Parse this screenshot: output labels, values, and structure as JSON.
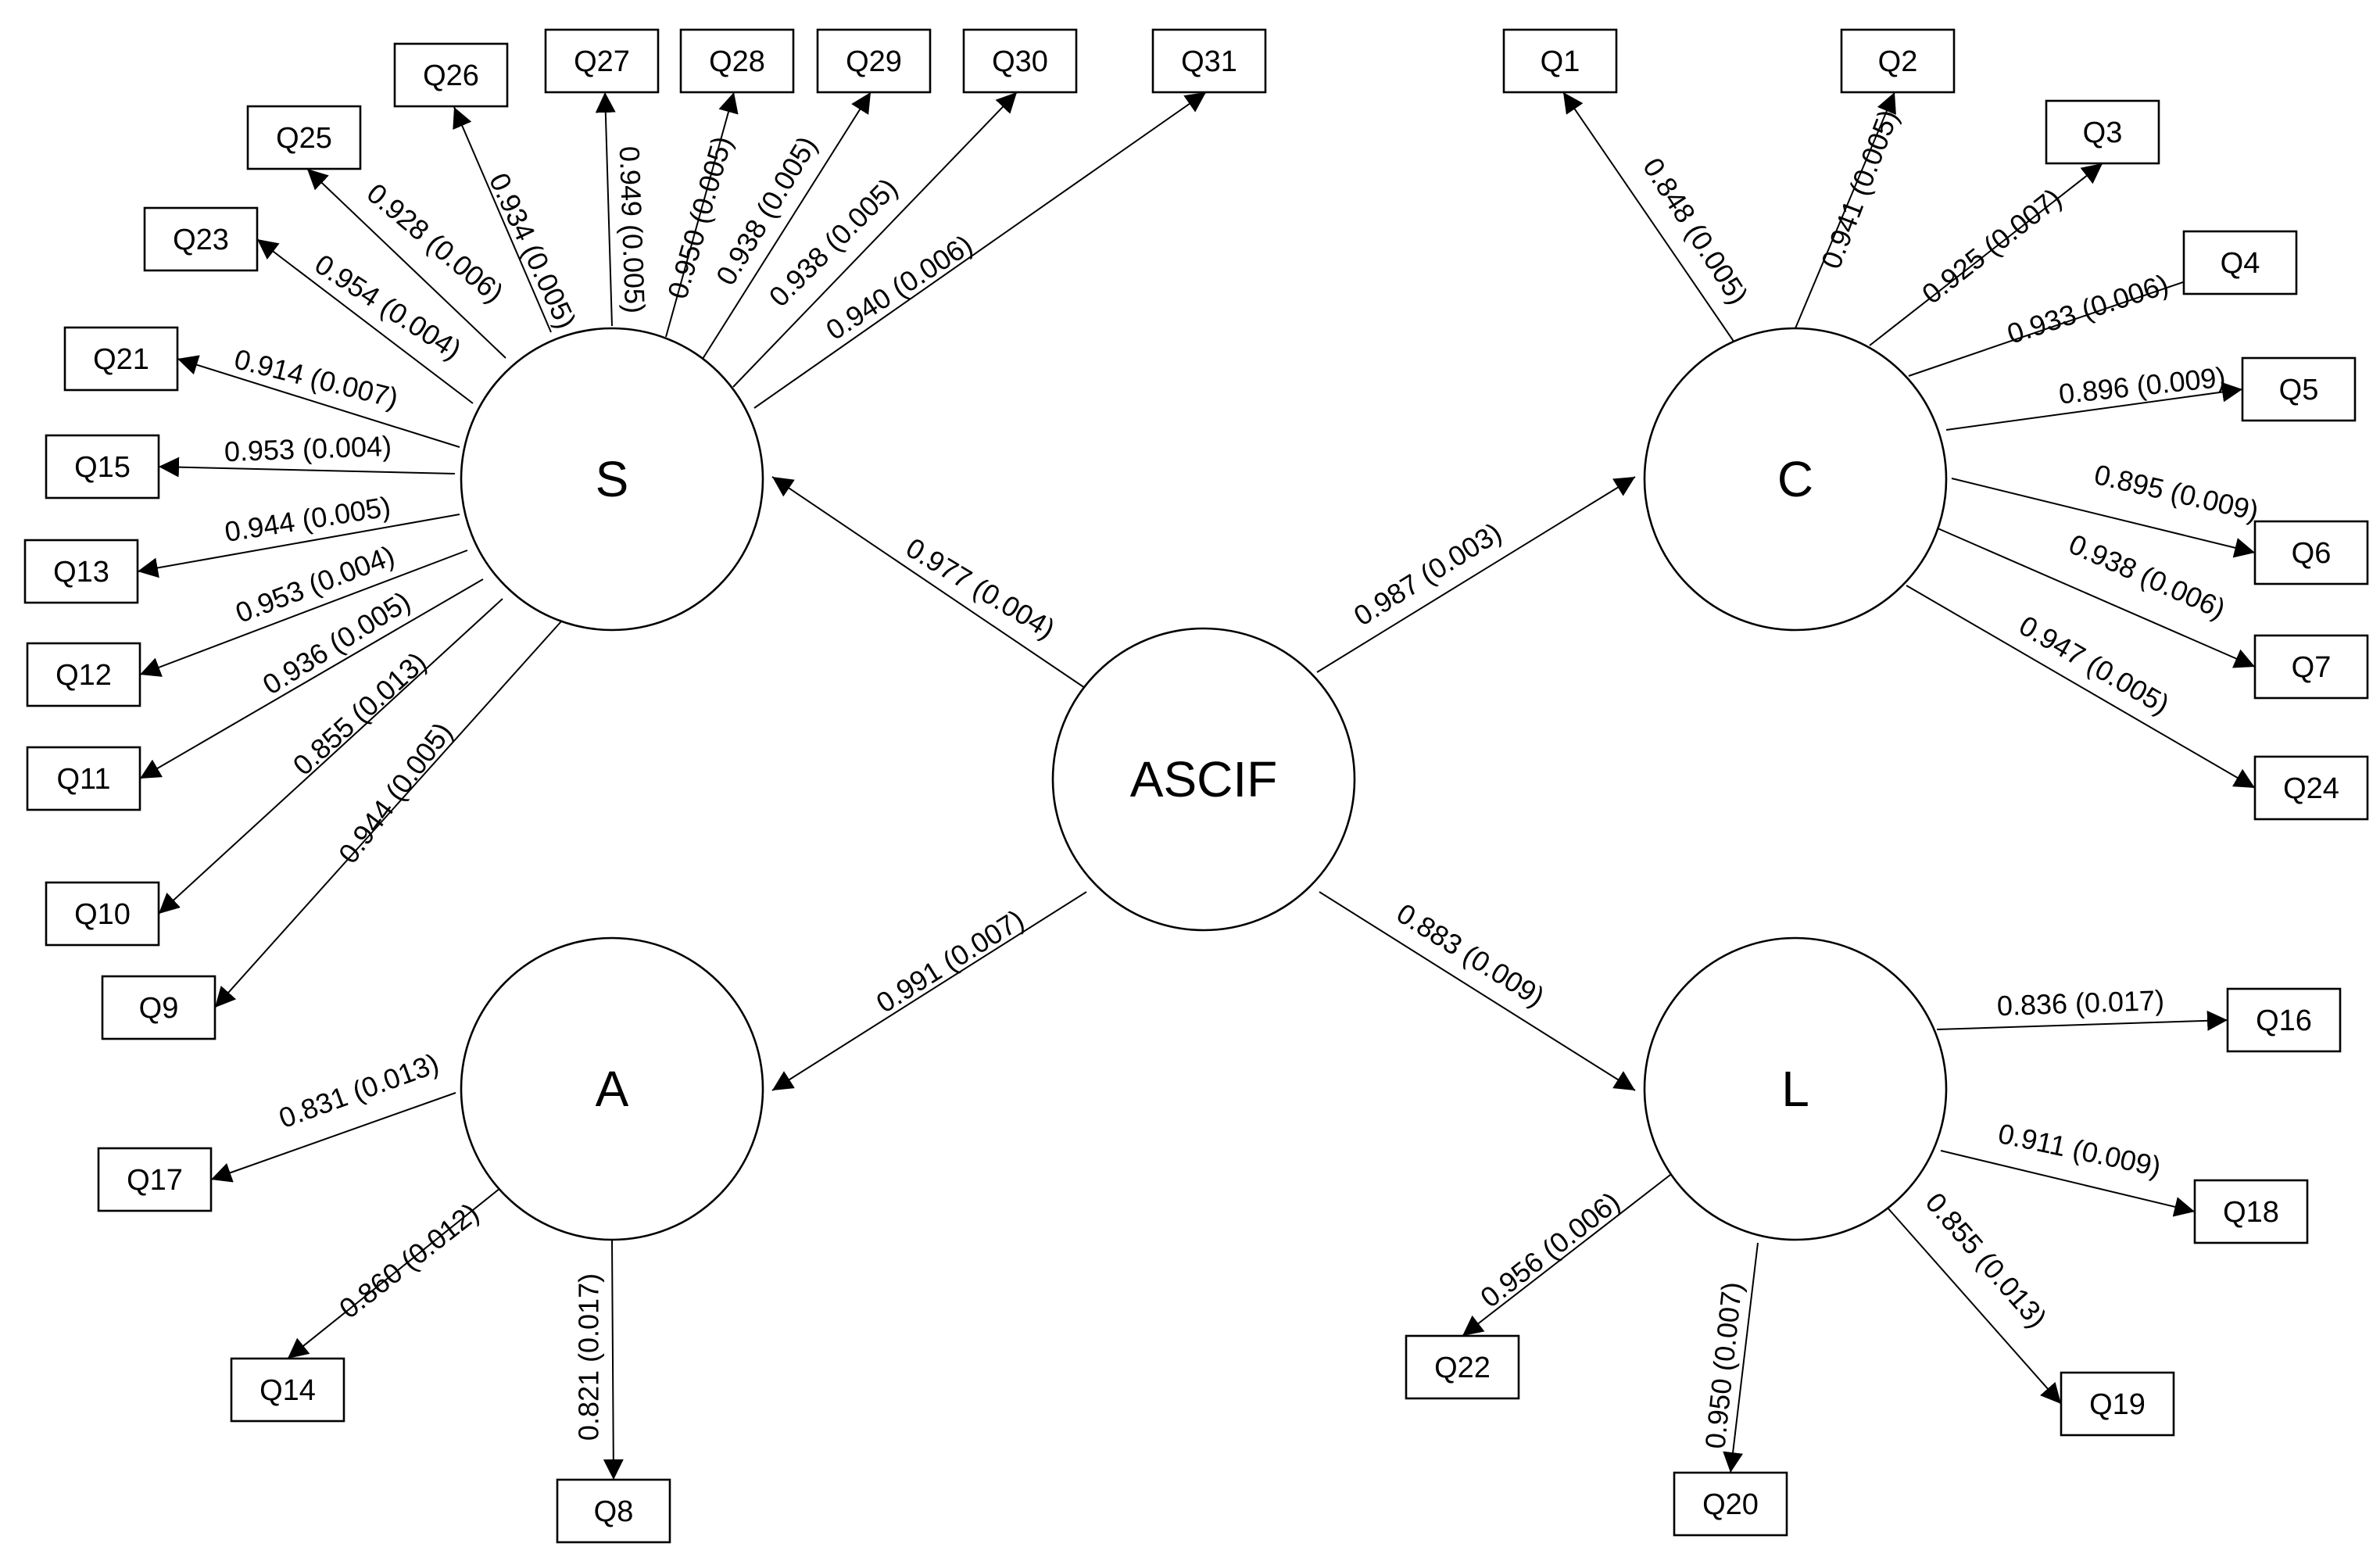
{
  "latents": [
    {
      "id": "ASCIF",
      "label": "ASCIF"
    },
    {
      "id": "S",
      "label": "S"
    },
    {
      "id": "C",
      "label": "C"
    },
    {
      "id": "A",
      "label": "A"
    },
    {
      "id": "L",
      "label": "L"
    }
  ],
  "structural_paths": [
    {
      "from": "ASCIF",
      "to": "S",
      "label": "0.977 (0.004)"
    },
    {
      "from": "ASCIF",
      "to": "C",
      "label": "0.987 (0.003)"
    },
    {
      "from": "ASCIF",
      "to": "A",
      "label": "0.991 (0.007)"
    },
    {
      "from": "ASCIF",
      "to": "L",
      "label": "0.883 (0.009)"
    }
  ],
  "indicators": [
    {
      "factor": "S",
      "item": "Q26",
      "label": "0.934 (0.005)"
    },
    {
      "factor": "S",
      "item": "Q27",
      "label": "0.949 (0.005)"
    },
    {
      "factor": "S",
      "item": "Q28",
      "label": "0.950 (0.005)"
    },
    {
      "factor": "S",
      "item": "Q29",
      "label": "0.938 (0.005)"
    },
    {
      "factor": "S",
      "item": "Q30",
      "label": "0.938 (0.005)"
    },
    {
      "factor": "S",
      "item": "Q31",
      "label": "0.940 (0.006)"
    },
    {
      "factor": "S",
      "item": "Q25",
      "label": "0.928 (0.006)"
    },
    {
      "factor": "S",
      "item": "Q23",
      "label": "0.954 (0.004)"
    },
    {
      "factor": "S",
      "item": "Q21",
      "label": "0.914 (0.007)"
    },
    {
      "factor": "S",
      "item": "Q15",
      "label": "0.953 (0.004)"
    },
    {
      "factor": "S",
      "item": "Q13",
      "label": "0.944 (0.005)"
    },
    {
      "factor": "S",
      "item": "Q12",
      "label": "0.953 (0.004)"
    },
    {
      "factor": "S",
      "item": "Q11",
      "label": "0.936 (0.005)"
    },
    {
      "factor": "S",
      "item": "Q10",
      "label": "0.855 (0.013)"
    },
    {
      "factor": "S",
      "item": "Q9",
      "label": "0.944 (0.005)"
    },
    {
      "factor": "C",
      "item": "Q1",
      "label": "0.848 (0.005)"
    },
    {
      "factor": "C",
      "item": "Q2",
      "label": "0.941 (0.005)"
    },
    {
      "factor": "C",
      "item": "Q3",
      "label": "0.925 (0.007)"
    },
    {
      "factor": "C",
      "item": "Q4",
      "label": "0.933 (0.006)"
    },
    {
      "factor": "C",
      "item": "Q5",
      "label": "0.896 (0.009)"
    },
    {
      "factor": "C",
      "item": "Q6",
      "label": "0.895 (0.009)"
    },
    {
      "factor": "C",
      "item": "Q7",
      "label": "0.938 (0.006)"
    },
    {
      "factor": "C",
      "item": "Q24",
      "label": "0.947 (0.005)"
    },
    {
      "factor": "A",
      "item": "Q17",
      "label": "0.831 (0.013)"
    },
    {
      "factor": "A",
      "item": "Q14",
      "label": "0.860 (0.012)"
    },
    {
      "factor": "A",
      "item": "Q8",
      "label": "0.821 (0.017)"
    },
    {
      "factor": "L",
      "item": "Q16",
      "label": "0.836 (0.017)"
    },
    {
      "factor": "L",
      "item": "Q18",
      "label": "0.911 (0.009)"
    },
    {
      "factor": "L",
      "item": "Q19",
      "label": "0.855 (0.013)"
    },
    {
      "factor": "L",
      "item": "Q20",
      "label": "0.950 (0.007)"
    },
    {
      "factor": "L",
      "item": "Q22",
      "label": "0.956 (0.006)"
    }
  ]
}
